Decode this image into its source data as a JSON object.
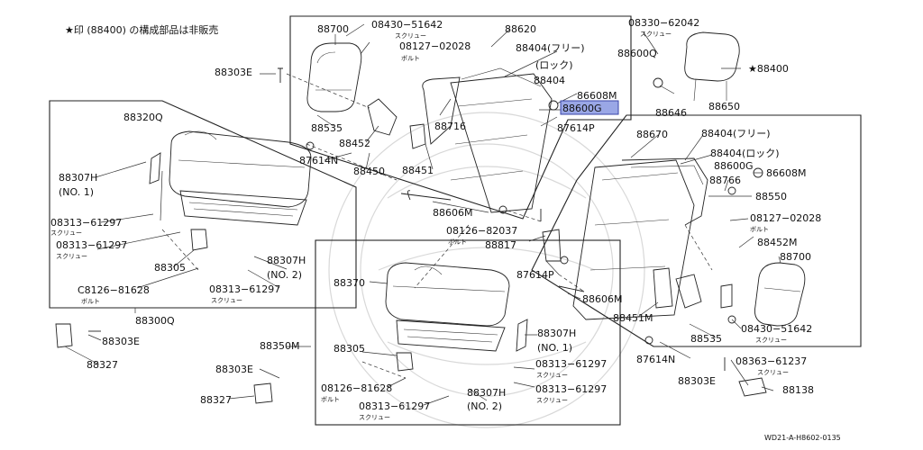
{
  "note": "★印 (88400) の構成部品は非販売",
  "footer_code": "WD21-A-H8602-0135",
  "labels": {
    "p88700a": "88700",
    "p08430_51642a": "08430−51642",
    "p08430_51642a_sub": "スクリュー",
    "p88620": "88620",
    "p08330_62042": "08330−62042",
    "p08330_62042_sub": "スクリュー",
    "p08127_02028a": "08127−02028",
    "p08127_02028a_sub": "ボルト",
    "p88404_free_a": "88404(フリー)",
    "p88600q": "88600Q",
    "p88303e_a": "88303E",
    "p88404_lock_a": "(ロック)",
    "p88404a": "88404",
    "p88400": "★88400",
    "p86608m_a": "86608M",
    "p88600g_a": "88600G",
    "p88320q": "88320Q",
    "p88535a": "88535",
    "p88716": "88716",
    "p88646": "88646",
    "p88650": "88650",
    "p88452a": "88452",
    "p87614p_a": "87614P",
    "p87614n_a": "87614N",
    "p88450": "88450",
    "p88451a": "88451",
    "p88670": "88670",
    "p88404_free_b": "88404(フリー)",
    "p88404_lock_b": "88404(ロック)",
    "p88307h_a": "88307H",
    "p88307h_a_no": "(NO. 1)",
    "p88600g_b": "88600G",
    "p86608m_b": "86608M",
    "p88606m_a": "88606M",
    "p88766": "88766",
    "p08313_61297a": "08313−61297",
    "p08313_61297a_sub": "スクリュー",
    "p08313_61297b": "08313−61297",
    "p08313_61297b_sub": "スクリュー",
    "p08126_82037": "08126−82037",
    "p08126_82037_sub": "ボルト",
    "p88550": "88550",
    "p08127_02028b": "08127−02028",
    "p08127_02028b_sub": "ボルト",
    "p88817": "88817",
    "p88452m": "88452M",
    "p88305a": "88305",
    "p88307h_b": "88307H",
    "p88307h_b_no": "(NO. 2)",
    "p88700b": "88700",
    "p87614p_b": "87614P",
    "p08126_81628a": "C8126−81628",
    "p08126_81628a_sub": "ボルト",
    "p08313_61297c": "08313−61297",
    "p08313_61297c_sub": "スクリュー",
    "p88370": "88370",
    "p88606m_b": "88606M",
    "p88300q": "88300Q",
    "p88451m": "88451M",
    "p88307h_c": "88307H",
    "p88307h_c_no": "(NO. 1)",
    "p88535b": "88535",
    "p08430_51642b": "08430−51642",
    "p08430_51642b_sub": "スクリュー",
    "p88303e_b": "88303E",
    "p88350m": "88350M",
    "p88305b": "88305",
    "p87614n_b": "87614N",
    "p88327a": "88327",
    "p88303e_c": "88303E",
    "p08313_61297d": "08313−61297",
    "p08313_61297d_sub": "スクリュー",
    "p88303e_d": "88303E",
    "p08363_61237": "08363−61237",
    "p08363_61237_sub": "スクリュー",
    "p08126_81628b": "08126−81628",
    "p08126_81628b_sub": "ボルト",
    "p08313_61297e": "08313−61297",
    "p08313_61297e_sub": "スクリュー",
    "p88138": "88138",
    "p88327b": "88327",
    "p08313_61297f": "08313−61297",
    "p08313_61297f_sub": "スクリュー",
    "p88307h_d": "88307H",
    "p88307h_d_no": "(NO. 2)"
  },
  "highlight": {
    "part": "88600G",
    "color": "#9aa7e6"
  }
}
